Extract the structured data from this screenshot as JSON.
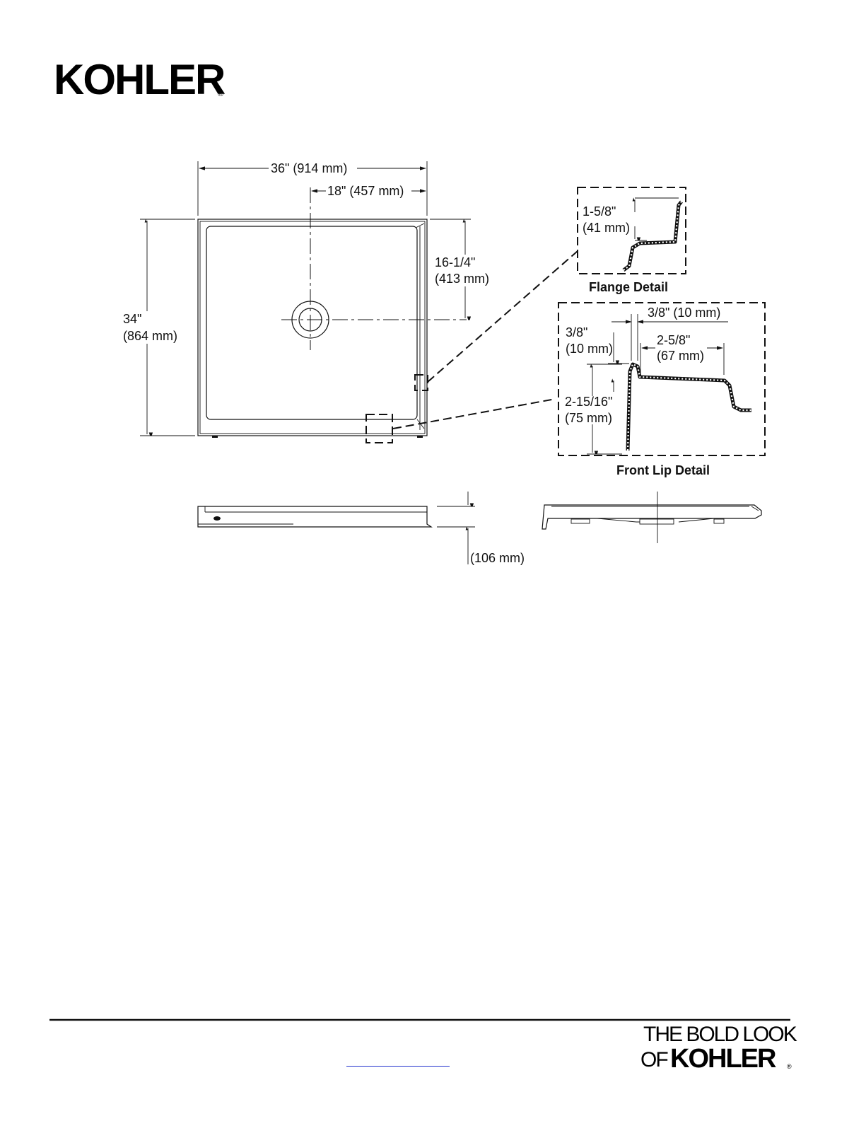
{
  "brand": {
    "logo_text": "KOHLER",
    "registered_mark": "®",
    "tagline_line1": "THE BOLD LOOK",
    "tagline_of": "OF",
    "tagline_brand": "KOHLER"
  },
  "plan_view": {
    "overall_width": "36\" (914 mm)",
    "half_width": "18\" (457 mm)",
    "depth_in": "34\"",
    "depth_mm": "(864 mm)",
    "drain_offset_in": "16-1/4\"",
    "drain_offset_mm": "(413 mm)"
  },
  "flange_detail": {
    "height_in": "1-5/8\"",
    "height_mm": "(41 mm)",
    "caption": "Flange Detail"
  },
  "front_lip_detail": {
    "lip_width": "3/8\" (10 mm)",
    "lip_drop_in": "3/8\"",
    "lip_drop_mm": "(10 mm)",
    "step_in": "2-5/8\"",
    "step_mm": "(67 mm)",
    "lip_height_in": "2-15/16\"",
    "lip_height_mm": "(75 mm)",
    "caption": "Front Lip Detail"
  },
  "elevation": {
    "height_mm": "(106 mm)"
  },
  "footer": {
    "link_text": ""
  }
}
